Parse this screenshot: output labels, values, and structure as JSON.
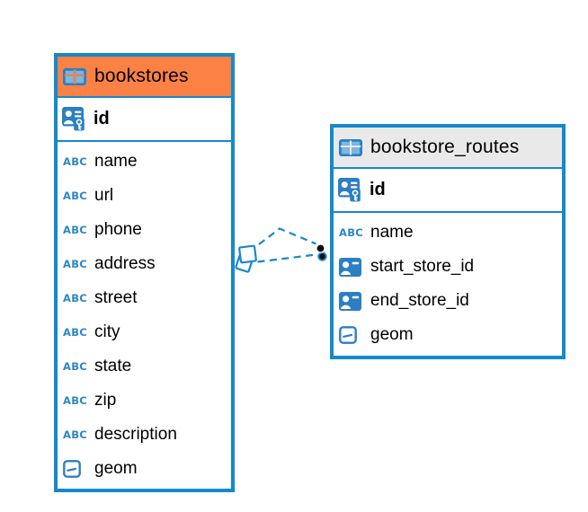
{
  "icons": {
    "text_glyph": "ABC"
  },
  "colors": {
    "accent_blue": "#1589ca",
    "header_orange": "#fb8144",
    "header_gray": "#e9e9e9",
    "icon_blue": "#2b7fc2",
    "icon_blue_light": "#7cb6e1",
    "endpoint_black": "#0a0a0a"
  },
  "tables": {
    "bookstores": {
      "title": "bookstores",
      "pk": "id",
      "columns": [
        "name",
        "url",
        "phone",
        "address",
        "street",
        "city",
        "state",
        "zip",
        "description",
        "geom"
      ]
    },
    "routes": {
      "title": "bookstore_routes",
      "pk": "id",
      "columns": [
        "name",
        "start_store_id",
        "end_store_id",
        "geom"
      ]
    }
  }
}
